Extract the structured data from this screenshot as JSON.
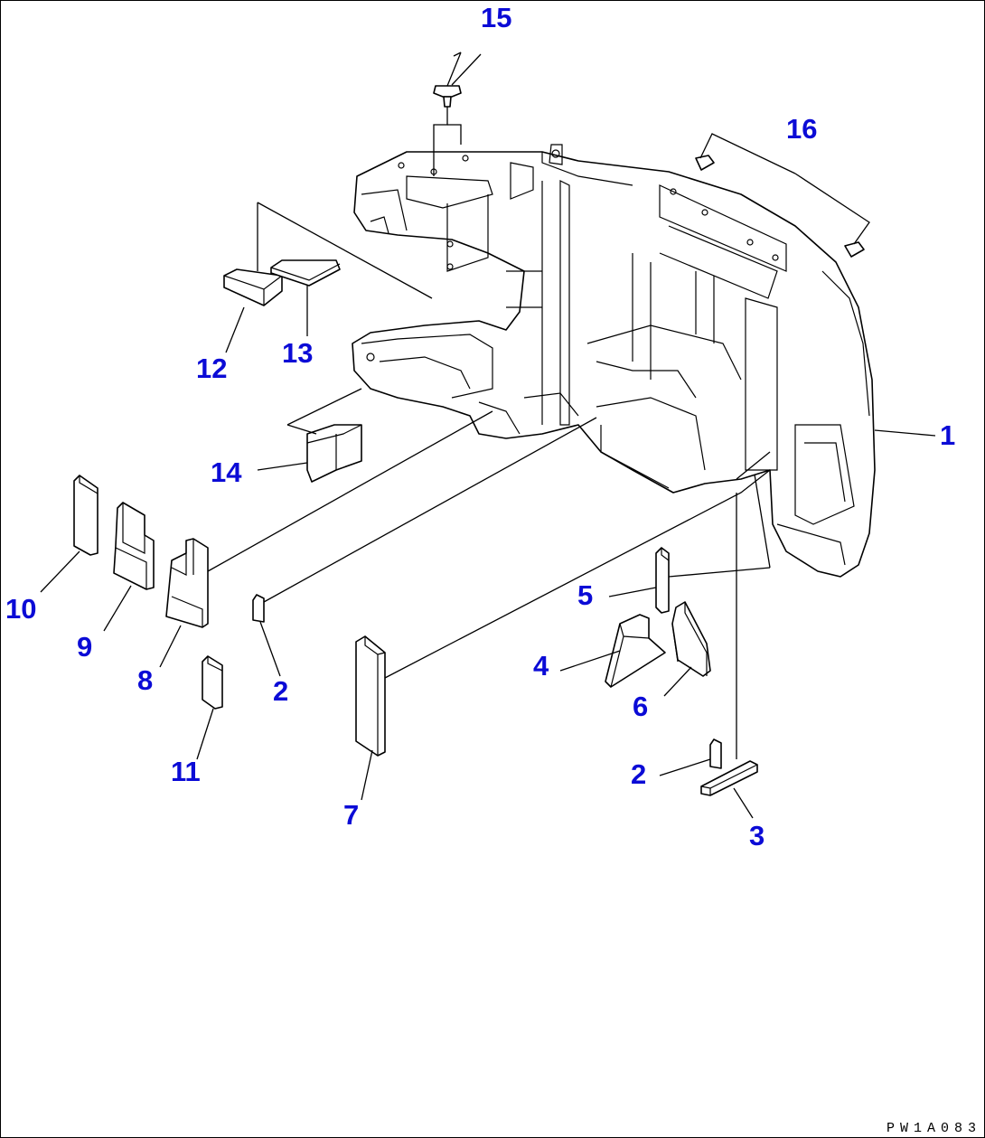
{
  "callouts": [
    {
      "id": "c1",
      "label": "1"
    },
    {
      "id": "c2a",
      "label": "2"
    },
    {
      "id": "c2b",
      "label": "2"
    },
    {
      "id": "c3",
      "label": "3"
    },
    {
      "id": "c4",
      "label": "4"
    },
    {
      "id": "c5",
      "label": "5"
    },
    {
      "id": "c6",
      "label": "6"
    },
    {
      "id": "c7",
      "label": "7"
    },
    {
      "id": "c8",
      "label": "8"
    },
    {
      "id": "c9",
      "label": "9"
    },
    {
      "id": "c10",
      "label": "10"
    },
    {
      "id": "c11",
      "label": "11"
    },
    {
      "id": "c12",
      "label": "12"
    },
    {
      "id": "c13",
      "label": "13"
    },
    {
      "id": "c14",
      "label": "14"
    },
    {
      "id": "c15",
      "label": "15"
    },
    {
      "id": "c16",
      "label": "16"
    }
  ],
  "drawing_code": "PW1A083",
  "colors": {
    "callout": "#0b0bd6",
    "line": "#000000",
    "background": "#ffffff"
  }
}
